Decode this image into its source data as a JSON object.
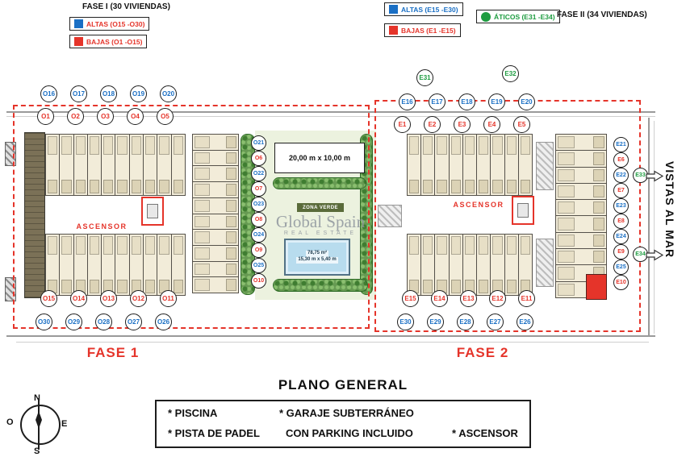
{
  "legend_fase1": {
    "title": "FASE I (30 VIVIENDAS)",
    "altas": "ALTAS (O15 -O30)",
    "bajas": "BAJAS (O1 -O15)"
  },
  "legend_fase2": {
    "title": "FASE II (34 VIVIENDAS)",
    "altas": "ALTAS (E15 -E30)",
    "bajas": "BAJAS (E1 -E15)",
    "aticos": "ÁTICOS (E31 -E34)"
  },
  "colors": {
    "altas": "#1a6fc4",
    "bajas": "#e5342a",
    "aticos": "#1e9c40",
    "accent_red": "#e5342a"
  },
  "plan": {
    "fase1_label": "FASE 1",
    "fase2_label": "FASE 2",
    "ascensor": "ASCENSOR",
    "zona_verde": "ZONA VERDE",
    "padel_dim": "20,00 m x 10,00 m",
    "pool_area": "78,75 m²",
    "pool_dim": "15,30 m x 5,40 m",
    "watermark1": "Global Spain",
    "watermark2": "REAL ESTATE",
    "vistas": "VISTAS AL MAR",
    "circles": {
      "f1_top_altas": [
        {
          "label": "O16",
          "kind": "altas"
        },
        {
          "label": "O17",
          "kind": "altas"
        },
        {
          "label": "O18",
          "kind": "altas"
        },
        {
          "label": "O19",
          "kind": "altas"
        },
        {
          "label": "O20",
          "kind": "altas"
        }
      ],
      "f1_top_bajas": [
        {
          "label": "O1",
          "kind": "bajas"
        },
        {
          "label": "O2",
          "kind": "bajas"
        },
        {
          "label": "O3",
          "kind": "bajas"
        },
        {
          "label": "O4",
          "kind": "bajas"
        },
        {
          "label": "O5",
          "kind": "bajas"
        }
      ],
      "f1_mid": [
        {
          "label": "O21",
          "kind": "altas"
        },
        {
          "label": "O6",
          "kind": "bajas"
        },
        {
          "label": "O22",
          "kind": "altas"
        },
        {
          "label": "O7",
          "kind": "bajas"
        },
        {
          "label": "O23",
          "kind": "altas"
        },
        {
          "label": "O8",
          "kind": "bajas"
        },
        {
          "label": "O24",
          "kind": "altas"
        },
        {
          "label": "O9",
          "kind": "bajas"
        },
        {
          "label": "O25",
          "kind": "altas"
        },
        {
          "label": "O10",
          "kind": "bajas"
        }
      ],
      "f1_bottom_bajas": [
        {
          "label": "O15",
          "kind": "bajas"
        },
        {
          "label": "O14",
          "kind": "bajas"
        },
        {
          "label": "O13",
          "kind": "bajas"
        },
        {
          "label": "O12",
          "kind": "bajas"
        },
        {
          "label": "O11",
          "kind": "bajas"
        }
      ],
      "f1_bottom_altas": [
        {
          "label": "O30",
          "kind": "altas"
        },
        {
          "label": "O29",
          "kind": "altas"
        },
        {
          "label": "O28",
          "kind": "altas"
        },
        {
          "label": "O27",
          "kind": "altas"
        },
        {
          "label": "O26",
          "kind": "altas"
        }
      ],
      "f2_atico_31": [
        {
          "label": "E31",
          "kind": "aticos"
        }
      ],
      "f2_atico_32": [
        {
          "label": "E32",
          "kind": "aticos"
        }
      ],
      "f2_top_altas": [
        {
          "label": "E16",
          "kind": "altas"
        },
        {
          "label": "E17",
          "kind": "altas"
        },
        {
          "label": "E18",
          "kind": "altas"
        },
        {
          "label": "E19",
          "kind": "altas"
        },
        {
          "label": "E20",
          "kind": "altas"
        }
      ],
      "f2_top_bajas": [
        {
          "label": "E1",
          "kind": "bajas"
        },
        {
          "label": "E2",
          "kind": "bajas"
        },
        {
          "label": "E3",
          "kind": "bajas"
        },
        {
          "label": "E4",
          "kind": "bajas"
        },
        {
          "label": "E5",
          "kind": "bajas"
        }
      ],
      "f2_right": [
        {
          "label": "E21",
          "kind": "altas"
        },
        {
          "label": "E6",
          "kind": "bajas"
        },
        {
          "label": "E22",
          "kind": "altas"
        },
        {
          "label": "E7",
          "kind": "bajas"
        },
        {
          "label": "E23",
          "kind": "altas"
        },
        {
          "label": "E8",
          "kind": "bajas"
        },
        {
          "label": "E24",
          "kind": "altas"
        },
        {
          "label": "E9",
          "kind": "bajas"
        },
        {
          "label": "E25",
          "kind": "altas"
        },
        {
          "label": "E10",
          "kind": "bajas"
        }
      ],
      "f2_atico_33": [
        {
          "label": "E33",
          "kind": "aticos"
        }
      ],
      "f2_atico_34": [
        {
          "label": "E34",
          "kind": "aticos"
        }
      ],
      "f2_bottom_bajas": [
        {
          "label": "E15",
          "kind": "bajas"
        },
        {
          "label": "E14",
          "kind": "bajas"
        },
        {
          "label": "E13",
          "kind": "bajas"
        },
        {
          "label": "E12",
          "kind": "bajas"
        },
        {
          "label": "E11",
          "kind": "bajas"
        }
      ],
      "f2_bottom_altas": [
        {
          "label": "E30",
          "kind": "altas"
        },
        {
          "label": "E29",
          "kind": "altas"
        },
        {
          "label": "E28",
          "kind": "altas"
        },
        {
          "label": "E27",
          "kind": "altas"
        },
        {
          "label": "E26",
          "kind": "altas"
        }
      ]
    }
  },
  "footer": {
    "title": "PLANO GENERAL",
    "amenities": {
      "piscina": "* PISCINA",
      "padel": "* PISTA DE PADEL",
      "garaje": "* GARAJE SUBTERRÁNEO",
      "parking": "CON PARKING INCLUIDO",
      "ascensor": "* ASCENSOR"
    }
  },
  "compass": {
    "n": "N",
    "s": "S",
    "e": "E",
    "o": "O"
  }
}
